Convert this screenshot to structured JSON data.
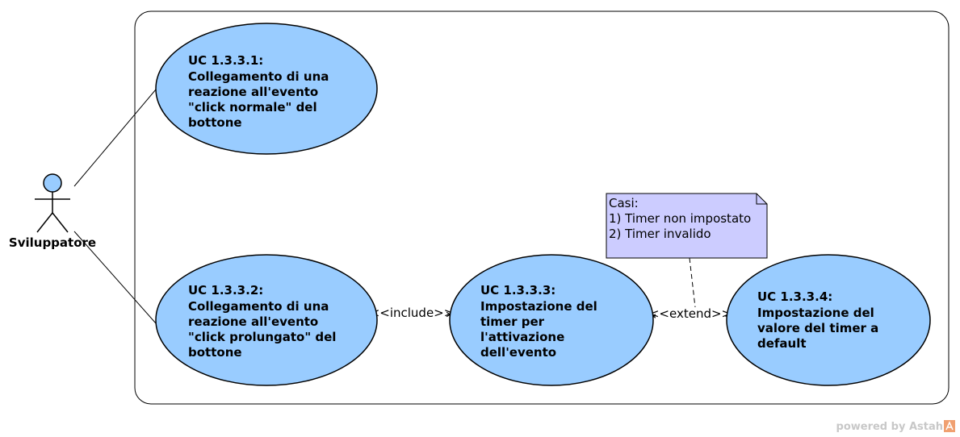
{
  "actor": {
    "name": "Sviluppatore"
  },
  "use_cases": [
    {
      "id": "uc1",
      "lines": [
        "UC 1.3.3.1:",
        "Collegamento di una",
        "reazione all'evento",
        "\"click normale\" del",
        "bottone"
      ]
    },
    {
      "id": "uc2",
      "lines": [
        "UC 1.3.3.2:",
        "Collegamento di una",
        "reazione all'evento",
        "\"click prolungato\" del",
        "bottone"
      ]
    },
    {
      "id": "uc3",
      "lines": [
        "UC 1.3.3.3:",
        "Impostazione del",
        "timer per",
        "l'attivazione",
        "dell'evento"
      ]
    },
    {
      "id": "uc4",
      "lines": [
        "UC 1.3.3.4:",
        "Impostazione del",
        "valore del timer a",
        "default"
      ]
    }
  ],
  "relations": {
    "include": "<<include>>",
    "extend": "<<extend>>"
  },
  "note": {
    "lines": [
      "Casi:",
      "1) Timer non impostato",
      "2) Timer invalido"
    ]
  },
  "footer": {
    "powered_by": "powered by Astah"
  },
  "colors": {
    "use_case_fill": "#99ccff",
    "note_fill": "#ccccff",
    "actor_fill": "#99ccff",
    "boundary_stroke": "#000000"
  }
}
